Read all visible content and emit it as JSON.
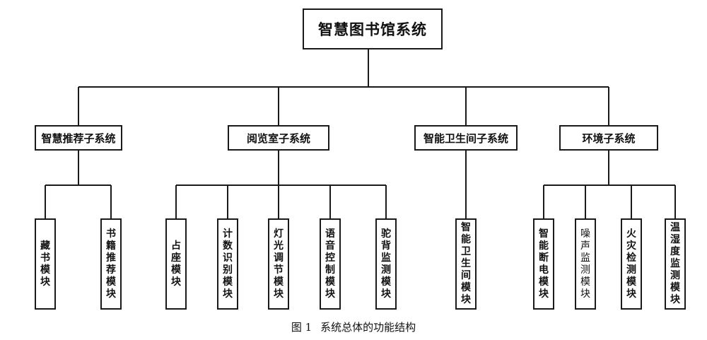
{
  "root": {
    "label": "智慧图书馆系统"
  },
  "subsystems": [
    {
      "label": "智慧推荐子系统",
      "modules": [
        "藏书模块",
        "书籍推荐模块"
      ]
    },
    {
      "label": "阅览室子系统",
      "modules": [
        "占座模块",
        "计数识别模块",
        "灯光调节模块",
        "语音控制模块",
        "驼背监测模块"
      ]
    },
    {
      "label": "智能卫生间子系统",
      "modules": [
        "智能卫生间模块"
      ]
    },
    {
      "label": "环境子系统",
      "modules": [
        "智能断电模块",
        "噪声监测模块",
        "火灾检测模块",
        "温湿度监测模块"
      ]
    }
  ],
  "caption": {
    "figure": "图 1",
    "title": "系统总体的功能结构"
  }
}
